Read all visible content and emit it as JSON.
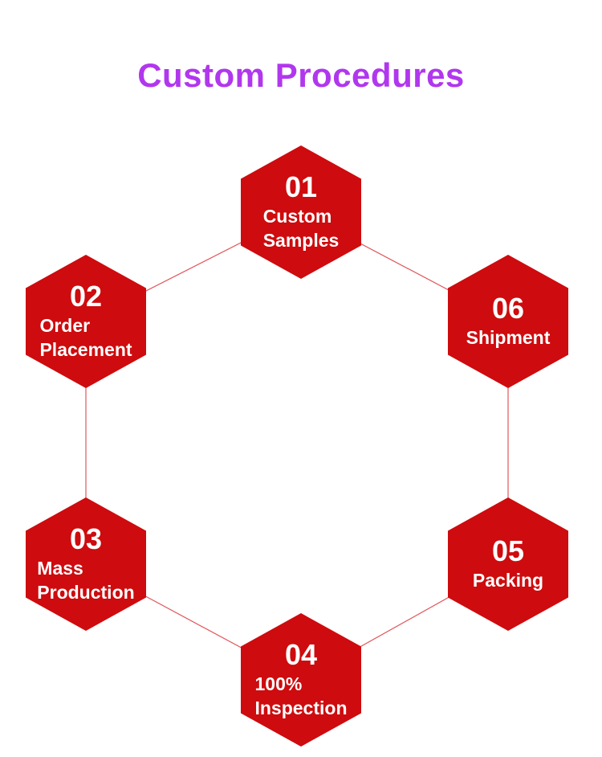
{
  "title": "Custom Procedures",
  "colors": {
    "title": "#B137EE",
    "hex_fill": "#CE0B0E",
    "line": "#E0565A",
    "text": "#FFFFFF"
  },
  "steps": [
    {
      "id": "custom-samples",
      "number": "01",
      "lines": [
        "Custom",
        "Samples"
      ]
    },
    {
      "id": "order-placement",
      "number": "02",
      "lines": [
        "Order",
        "Placement"
      ]
    },
    {
      "id": "mass-production",
      "number": "03",
      "lines": [
        "Mass",
        "Production"
      ]
    },
    {
      "id": "inspection",
      "number": "04",
      "lines": [
        "100%",
        "Inspection"
      ]
    },
    {
      "id": "packing",
      "number": "05",
      "lines": [
        "Packing"
      ]
    },
    {
      "id": "shipment",
      "number": "06",
      "lines": [
        "Shipment"
      ]
    }
  ]
}
